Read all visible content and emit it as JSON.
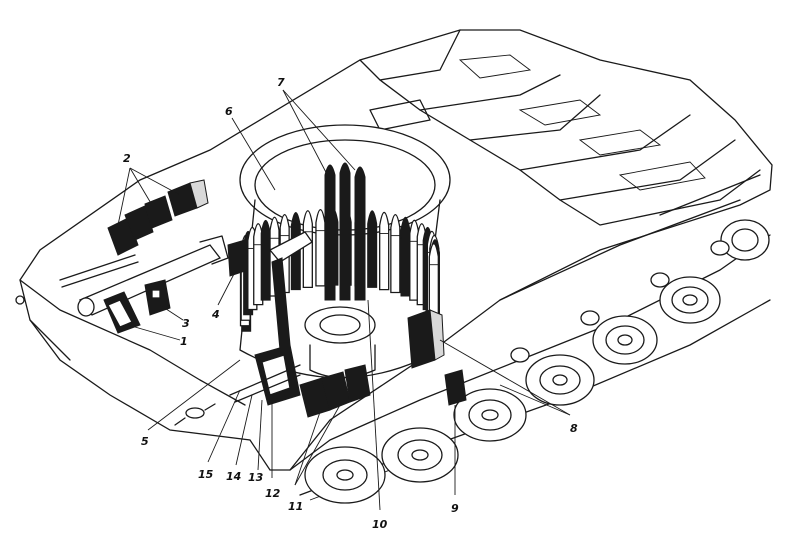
{
  "callouts": [
    {
      "id": "1",
      "text": "1"
    },
    {
      "id": "2",
      "text": "2"
    },
    {
      "id": "3",
      "text": "3"
    },
    {
      "id": "4",
      "text": "4"
    },
    {
      "id": "5",
      "text": "5"
    },
    {
      "id": "6",
      "text": "6"
    },
    {
      "id": "7",
      "text": "7"
    },
    {
      "id": "8",
      "text": "8"
    },
    {
      "id": "9",
      "text": "9"
    },
    {
      "id": "10",
      "text": "10"
    },
    {
      "id": "11",
      "text": "11"
    },
    {
      "id": "12",
      "text": "12"
    },
    {
      "id": "13",
      "text": "13"
    },
    {
      "id": "14",
      "text": "14"
    },
    {
      "id": "15",
      "text": "15"
    }
  ],
  "colors": {
    "ink": "#1a1a1a",
    "paper": "#ffffff"
  }
}
